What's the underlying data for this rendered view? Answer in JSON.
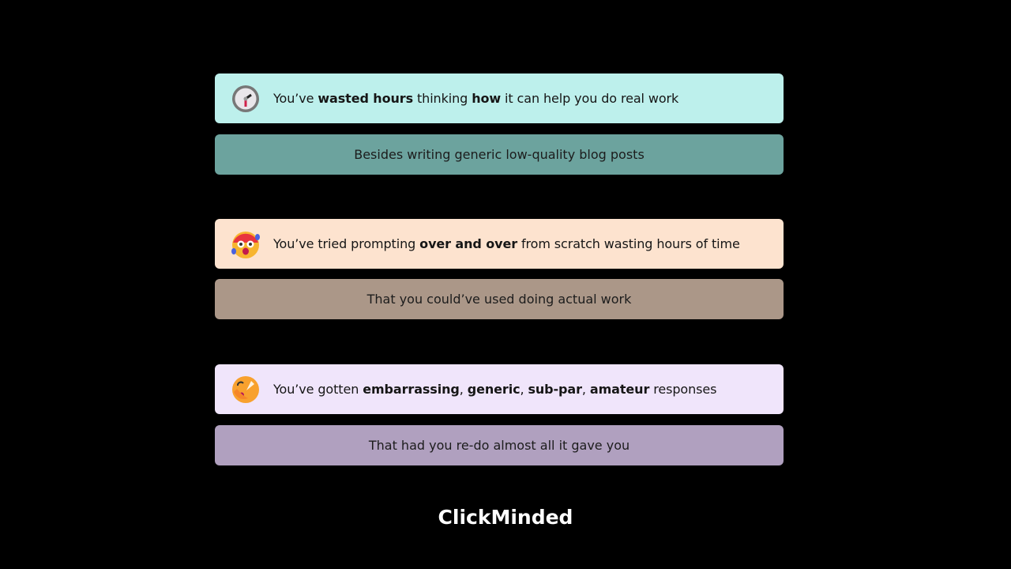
{
  "items": [
    {
      "icon": "clock-icon",
      "color": "#bdf0ec",
      "sub_color": "#6ca39e",
      "segments": [
        "You’ve ",
        "wasted hours",
        " thinking ",
        "how",
        " it can help you do real work"
      ],
      "sub": "Besides writing generic low-quality blog posts"
    },
    {
      "icon": "anxious-face-icon",
      "color": "#fde3cf",
      "sub_color": "#ab9788",
      "segments": [
        "You’ve tried prompting ",
        "over and over",
        " from scratch wasting hours of time"
      ],
      "sub": "That you could’ve used doing actual work"
    },
    {
      "icon": "face-with-hand-over-mouth-icon",
      "color": "#f0e5fb",
      "sub_color": "#b0a0bf",
      "segments": [
        "You’ve gotten ",
        "embarrassing",
        ", ",
        "generic",
        ", ",
        "sub-par",
        ", ",
        "amateur",
        " responses"
      ],
      "sub": "That had you re-do almost all it gave you"
    }
  ],
  "brand": "ClickMinded"
}
